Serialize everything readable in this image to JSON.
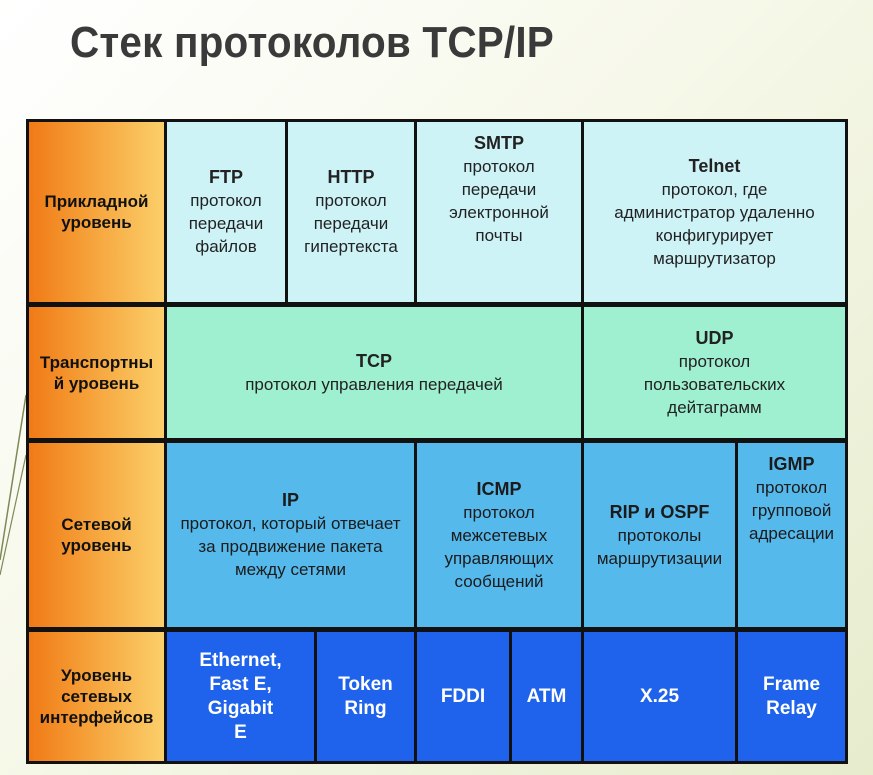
{
  "title": "Стек протоколов TCP/IP",
  "levels": {
    "application": "Прикладной уровень",
    "transport": "Транспортны й уровень",
    "network": "Сетевой уровень",
    "link": "Уровень сетевых интерфейсов"
  },
  "application": {
    "ftp": {
      "name": "FTP",
      "desc": "протокол передачи файлов"
    },
    "http": {
      "name": "HTTP",
      "desc": "протокол передачи гипертекста"
    },
    "smtp": {
      "name": "SMTP",
      "desc": "протокол передачи электронной почты"
    },
    "telnet": {
      "name": "Telnet",
      "desc": "протокол, где администратор удаленно конфигурирует маршрутизатор"
    }
  },
  "transport": {
    "tcp": {
      "name": "TCP",
      "desc": "протокол управления передачей"
    },
    "udp": {
      "name": "UDP",
      "desc": "протокол пользовательских дейтаграмм"
    }
  },
  "network": {
    "ip": {
      "name": "IP",
      "desc": "протокол, который отвечает за продвижение пакета между сетями"
    },
    "icmp": {
      "name": "ICMP",
      "desc": "протокол межсетевых управляющих сообщений"
    },
    "rip": {
      "name": "RIP и OSPF",
      "desc": "протоколы маршрутизации"
    },
    "igmp": {
      "name": "IGMP",
      "desc": "протокол групповой адресации"
    }
  },
  "link": {
    "ethernet": "Ethernet, Fast E, Gigabit E",
    "token_ring": "Token Ring",
    "fddi": "FDDI",
    "atm": "ATM",
    "x25": "X.25",
    "frame_relay": "Frame Relay"
  },
  "colors": {
    "level": "#f6a23a",
    "application": "#cdf3f7",
    "transport": "#9ff0d0",
    "network": "#56b9ec",
    "link": "#1f63ec"
  }
}
